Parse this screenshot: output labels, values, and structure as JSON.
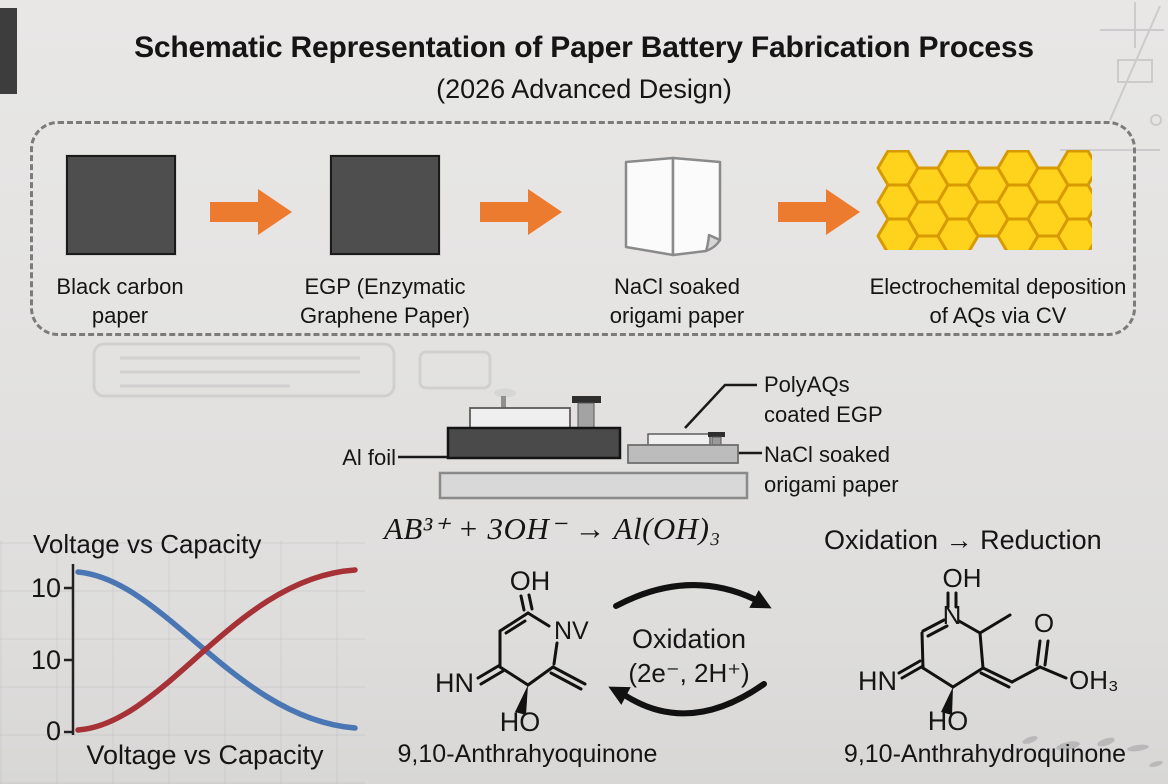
{
  "page": {
    "title": "Schematic Representation of Paper Battery Fabrication Process",
    "subtitle": "(2026 Advanced Design)"
  },
  "process": {
    "steps": [
      {
        "label": "Black carbon paper",
        "icon": "black-carbon-paper-square"
      },
      {
        "label": "EGP (Enzymatic Graphene Paper)",
        "icon": "egp-square"
      },
      {
        "label": "NaCl soaked origami paper",
        "icon": "folded-origami-paper"
      },
      {
        "label": "Electrochemital deposition of AQs via CV",
        "icon": "yellow-honeycomb-graphene"
      }
    ],
    "arrow_icon": "orange-right-arrow"
  },
  "assembly": {
    "al_foil_label": "Al foil",
    "polyaqs_label": "PolyAQs coated EGP",
    "nacl_label": "NaCl soaked origami paper"
  },
  "equation": "AB³⁺ + 3OH⁻ → Al(OH)₃",
  "redox_header": "Oxidation → Reduction",
  "cycle": {
    "label": "Oxidation",
    "detail": "(2e⁻, 2H⁺)"
  },
  "molecules": {
    "left": {
      "caption": "9,10-Anthrahyoquinone",
      "oh": "OH",
      "nv": "NV",
      "hn": "HN",
      "ho": "HO"
    },
    "right": {
      "caption": "9,10-Anthrahydroquinone",
      "oh": "OH",
      "n": "N",
      "hn": "HN",
      "ho": "HO",
      "o": "O",
      "oh3": "OH₃"
    }
  },
  "chart_data": {
    "type": "line",
    "title": "Voltage vs Capacity",
    "xlabel": "Voltage vs Capacity",
    "ylabel": "",
    "ytick_labels": [
      "10",
      "10",
      "0"
    ],
    "grid": false,
    "legend": null,
    "x_normalized": [
      0,
      0.2,
      0.4,
      0.5,
      0.6,
      0.8,
      1
    ],
    "series": [
      {
        "name": "discharge-curve-blue",
        "color": "#4a77b4",
        "values": [
          11.5,
          10.4,
          8.0,
          6.0,
          4.0,
          1.6,
          0.3
        ]
      },
      {
        "name": "charge-curve-red",
        "color": "#a63238",
        "values": [
          0.2,
          1.2,
          3.8,
          6.0,
          8.0,
          10.4,
          11.6
        ]
      }
    ]
  },
  "colors": {
    "accent_orange": "#ed7b2f",
    "honeycomb_fill": "#ffd21c",
    "honeycomb_stroke": "#d79a00",
    "square_fill": "#4f4e4e",
    "curve_blue": "#4a77b4",
    "curve_red": "#a63238"
  }
}
